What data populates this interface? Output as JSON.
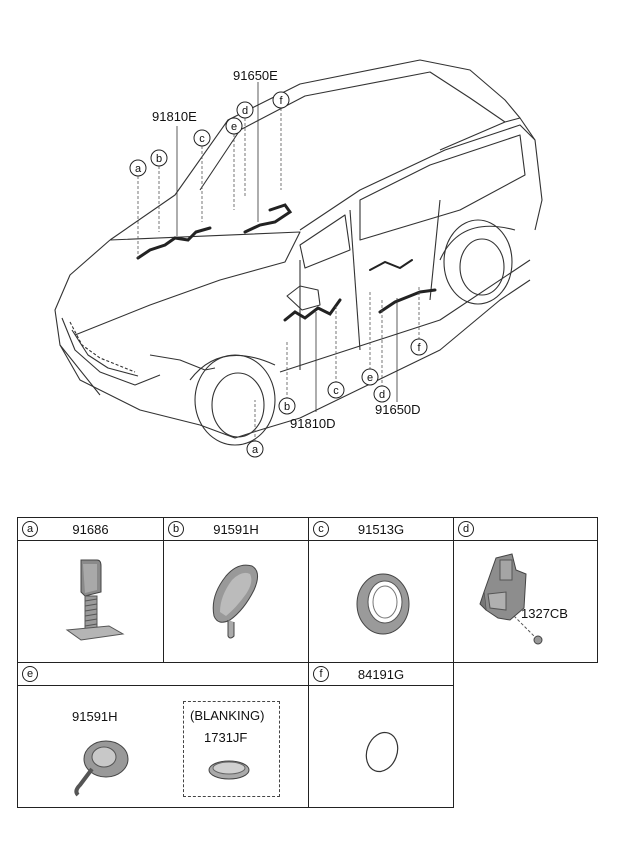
{
  "callouts": {
    "p91650E_top": "91650E",
    "p91810E": "91810E",
    "p91810D": "91810D",
    "p91650D": "91650D",
    "letters": [
      "a",
      "b",
      "c",
      "d",
      "e",
      "f"
    ]
  },
  "table": {
    "cells": [
      {
        "letter": "a",
        "part_no": "91686"
      },
      {
        "letter": "b",
        "part_no": "91591H"
      },
      {
        "letter": "c",
        "part_no": "91513G"
      },
      {
        "letter": "d",
        "part_no": "",
        "sub_label": "1327CB"
      },
      {
        "letter": "e",
        "part_no": "",
        "left_label": "91591H",
        "blanking_label": "(BLANKING)",
        "blanking_part": "1731JF"
      },
      {
        "letter": "f",
        "part_no": "84191G"
      }
    ]
  }
}
